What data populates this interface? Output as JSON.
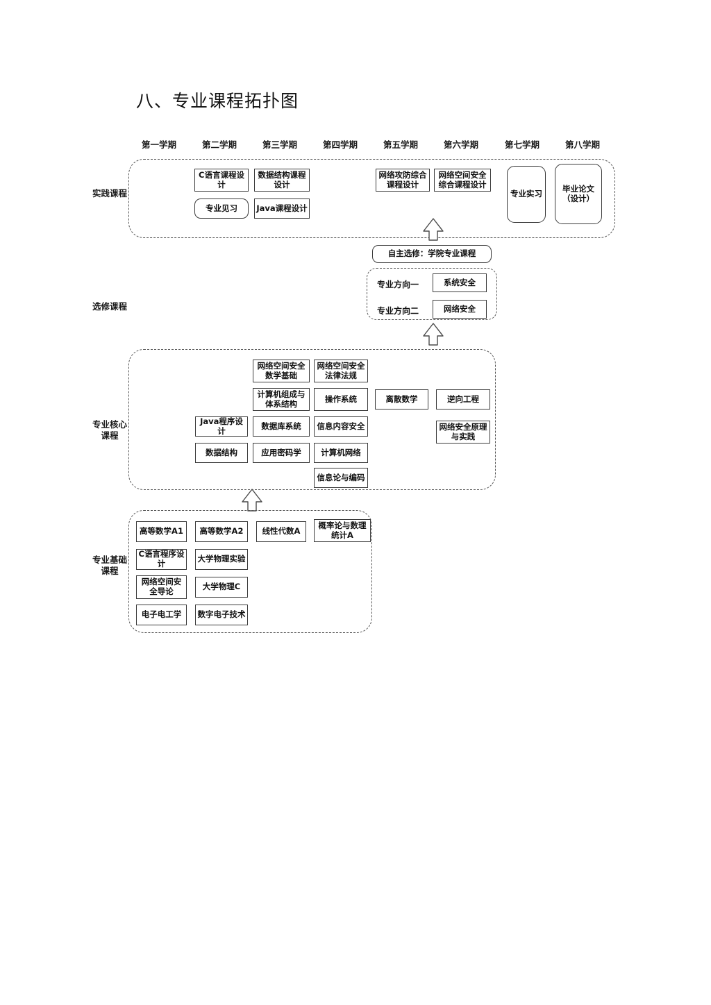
{
  "page": {
    "title": "八、专业课程拓扑图",
    "background": "#ffffff",
    "line_color": "#3a3a3a",
    "dash_color": "#555555"
  },
  "semesters": [
    {
      "label": "第一学期"
    },
    {
      "label": "第二学期"
    },
    {
      "label": "第三学期"
    },
    {
      "label": "第四学期"
    },
    {
      "label": "第五学期"
    },
    {
      "label": "第六学期"
    },
    {
      "label": "第七学期"
    },
    {
      "label": "第八学期"
    }
  ],
  "bands": {
    "practice": {
      "label": "实践课程"
    },
    "elective": {
      "label": "选修课程"
    },
    "core": {
      "label": "专业核心\n课程",
      "label_line1": "专业核心",
      "label_line2": "课程"
    },
    "foundation": {
      "label": "专业基础\n课程",
      "label_line1": "专业基础",
      "label_line2": "课程"
    }
  },
  "practice_courses": [
    {
      "name": "C语言课程设计",
      "shape": "rect"
    },
    {
      "name": "数据结构课程设计",
      "shape": "rect"
    },
    {
      "name": "专业见习",
      "shape": "rounded"
    },
    {
      "name": "Java课程设计",
      "shape": "rect"
    },
    {
      "name": "网络攻防综合课程设计",
      "shape": "rect"
    },
    {
      "name": "网络空间安全综合课程设计",
      "shape": "rect"
    },
    {
      "name": "专业实习",
      "shape": "tall"
    },
    {
      "name": "毕业论文（设计）",
      "shape": "tall",
      "line1": "毕业论文",
      "line2": "（设计）"
    }
  ],
  "elective_section": {
    "free_elective": {
      "name": "自主选修：学院专业课程",
      "shape": "rounded"
    },
    "directions": [
      {
        "label": "专业方向一",
        "course": "系统安全"
      },
      {
        "label": "专业方向二",
        "course": "网络安全"
      }
    ]
  },
  "core_courses": [
    {
      "name": "网络空间安全数学基础"
    },
    {
      "name": "网络空间安全法律法规"
    },
    {
      "name": "计算机组成与体系结构"
    },
    {
      "name": "操作系统"
    },
    {
      "name": "离散数学"
    },
    {
      "name": "逆向工程"
    },
    {
      "name": "Java程序设计"
    },
    {
      "name": "数据库系统"
    },
    {
      "name": "信息内容安全"
    },
    {
      "name": "网络安全原理与实践"
    },
    {
      "name": "数据结构"
    },
    {
      "name": "应用密码学"
    },
    {
      "name": "计算机网络"
    },
    {
      "name": "信息论与编码"
    }
  ],
  "foundation_courses": [
    {
      "name": "高等数学A1"
    },
    {
      "name": "高等数学A2"
    },
    {
      "name": "线性代数A"
    },
    {
      "name": "概率论与数理统计A"
    },
    {
      "name": "C语言程序设计"
    },
    {
      "name": "大学物理实验"
    },
    {
      "name": "网络空间安全导论"
    },
    {
      "name": "大学物理C"
    },
    {
      "name": "电子电工学"
    },
    {
      "name": "数字电子技术"
    }
  ],
  "arrows": [
    {
      "name": "foundation-to-core",
      "direction": "up"
    },
    {
      "name": "core-to-elective",
      "direction": "up"
    },
    {
      "name": "elective-to-practice",
      "direction": "up"
    }
  ]
}
